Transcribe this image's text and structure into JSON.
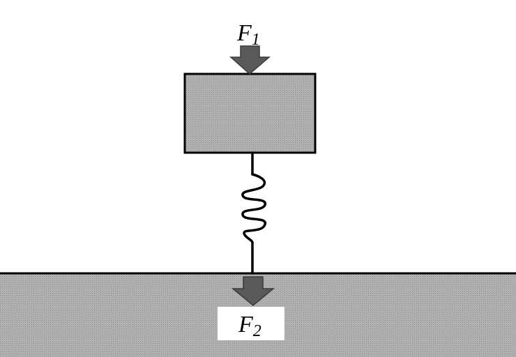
{
  "colors": {
    "block_fill": "#a6a6a6",
    "ground_fill": "#a8a8a8",
    "arrow_fill": "#595959",
    "outline": "#000000",
    "label_box": "#ffffff"
  },
  "labels": {
    "force_top": {
      "letter": "F",
      "subscript": "1"
    },
    "force_bottom": {
      "letter": "F",
      "subscript": "2"
    }
  }
}
